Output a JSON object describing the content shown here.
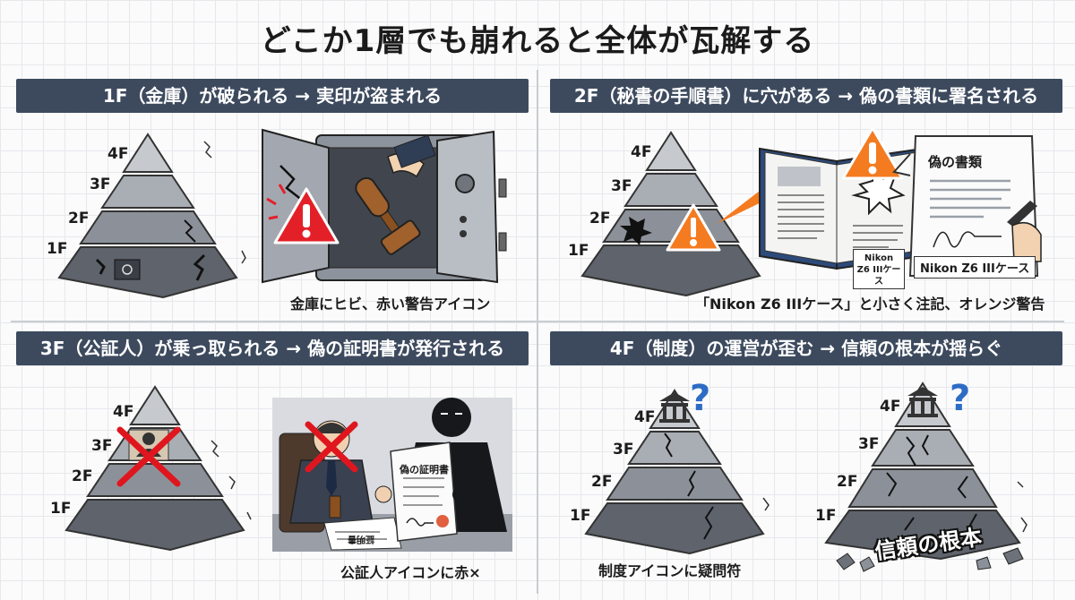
{
  "title": "どこか1層でも崩れると全体が瓦解する",
  "floors": {
    "f4": "4F",
    "f3": "3F",
    "f2": "2F",
    "f1": "1F"
  },
  "panels": [
    {
      "banner": "1F（金庫）が破られる → 実印が盗まれる",
      "caption": "金庫にヒビ、赤い警告アイコン"
    },
    {
      "banner": "2F（秘書の手順書）に穴がある → 偽の書類に署名される",
      "caption": "「Nikon Z6 IIIケース」と小さく注記、オレンジ警告",
      "doc_title": "偽の書類",
      "small_note_1": "Nikon",
      "small_note_2": "Z6 IIIケース",
      "note_label": "Nikon Z6 IIIケース"
    },
    {
      "banner": "3F（公証人）が乗っ取られる → 偽の証明書が発行される",
      "caption": "公証人アイコンに赤×",
      "certificate_title": "偽の証明書",
      "paper_title": "証明書"
    },
    {
      "banner": "4F（制度）の運営が歪む → 信頼の根本が揺らぐ",
      "caption": "制度アイコンに疑問符",
      "rubble_label": "信頼の根本"
    }
  ],
  "colors": {
    "banner": "#3d4a5e",
    "warning_red": "#e32028",
    "warning_orange": "#f47b20",
    "cross_red": "#e0161e",
    "question_blue": "#2c6cc4"
  }
}
